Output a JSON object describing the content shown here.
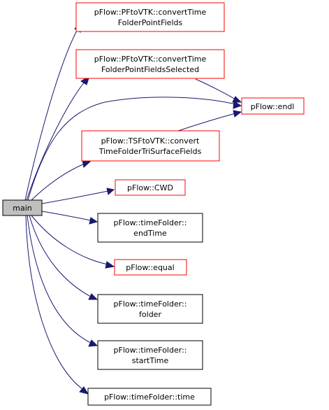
{
  "colors": {
    "edge": "#191970",
    "red_border": "#ff0000",
    "black_border": "#000000",
    "main_fill": "#bfbfbf",
    "node_fill": "#ffffff"
  },
  "nodes": {
    "main": {
      "lines": [
        "main"
      ]
    },
    "pftovtk_fields": {
      "lines": [
        "pFlow::PFtoVTK::convertTime",
        "FolderPointFields"
      ]
    },
    "pftovtk_selected": {
      "lines": [
        "pFlow::PFtoVTK::convertTime",
        "FolderPointFieldsSelected"
      ]
    },
    "endl": {
      "lines": [
        "pFlow::endl"
      ]
    },
    "tsftovtk": {
      "lines": [
        "pFlow::TSFtoVTK::convert",
        "TimeFolderTriSurfaceFields"
      ]
    },
    "cwd": {
      "lines": [
        "pFlow::CWD"
      ]
    },
    "endtime": {
      "lines": [
        "pFlow::timeFolder::",
        "endTime"
      ]
    },
    "equal": {
      "lines": [
        "pFlow::equal"
      ]
    },
    "folder": {
      "lines": [
        "pFlow::timeFolder::",
        "folder"
      ]
    },
    "starttime": {
      "lines": [
        "pFlow::timeFolder::",
        "startTime"
      ]
    },
    "time": {
      "lines": [
        "pFlow::timeFolder::time"
      ]
    }
  }
}
